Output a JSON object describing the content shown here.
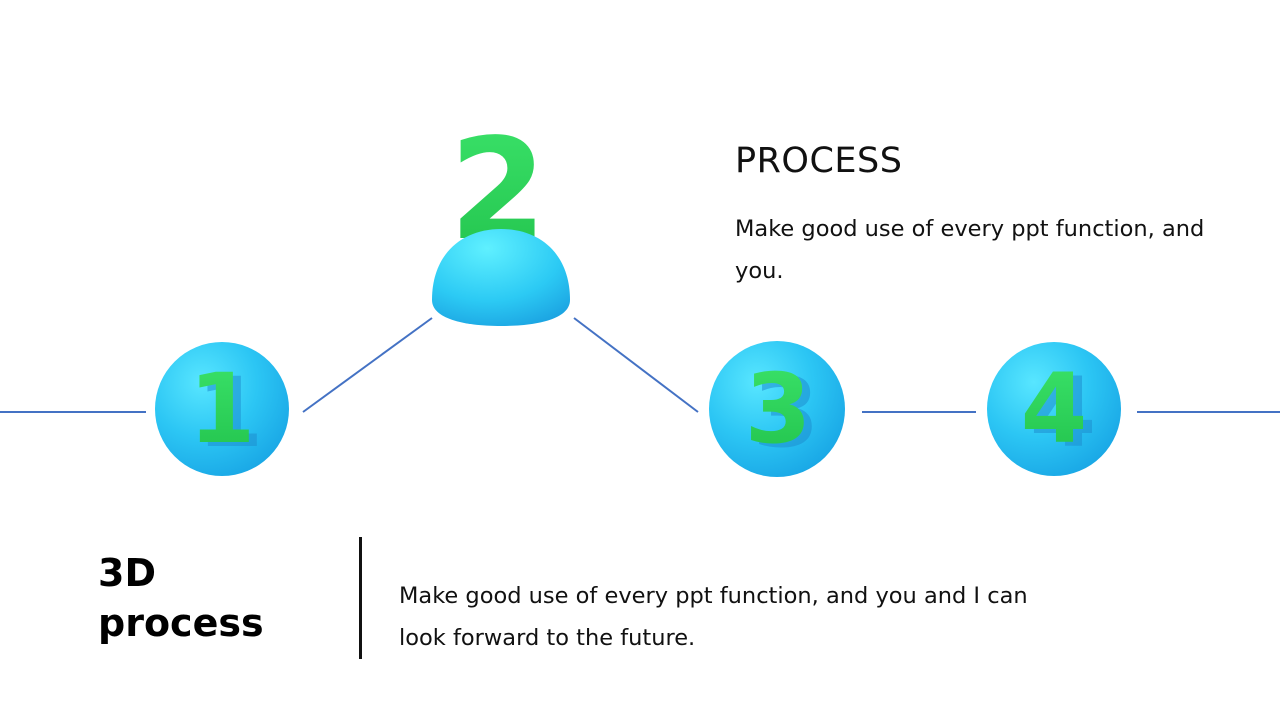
{
  "steps": [
    {
      "number": "1"
    },
    {
      "number": "2"
    },
    {
      "number": "3"
    },
    {
      "number": "4"
    }
  ],
  "callout": {
    "title": "PROCESS",
    "text": "Make good use of every ppt function, and you."
  },
  "footer": {
    "title": "3D process",
    "text": "Make good use of every ppt function, and you and I can look forward to the future."
  },
  "colors": {
    "line": "#4472c4",
    "sphere_light": "#4fe3ff",
    "sphere_dark": "#18b0ea",
    "digit": "#2ed35a",
    "digit_shadow": "#1e9ad2"
  }
}
